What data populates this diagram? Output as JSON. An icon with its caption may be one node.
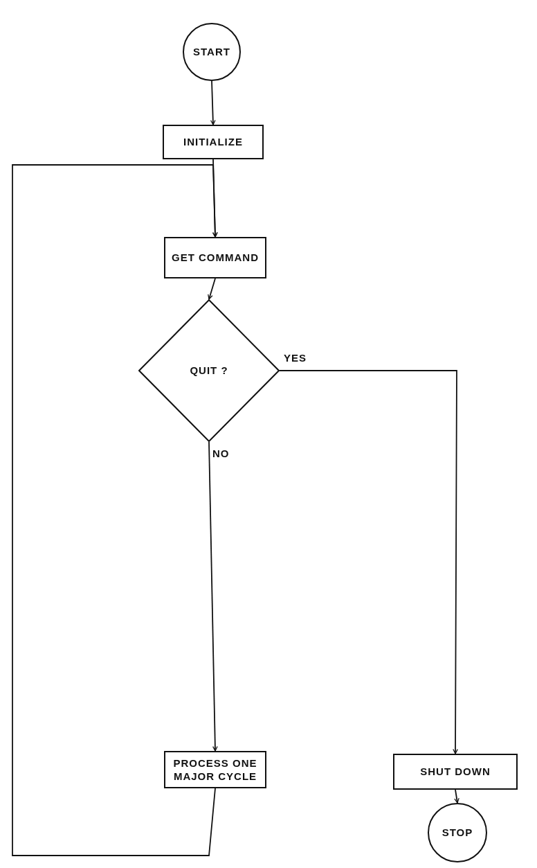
{
  "diagram": {
    "nodes": [
      {
        "text": [
          "START"
        ]
      },
      {
        "text": [
          "INITIALIZE"
        ]
      },
      {
        "text": [
          "GET COMMAND"
        ]
      },
      {
        "text": [
          "QUIT ?"
        ]
      },
      {
        "text": [
          "PROCESS ONE MAJOR CYCLE"
        ]
      },
      {
        "text": [
          "SHUT DOWN"
        ]
      },
      {
        "text": [
          "STOP"
        ]
      }
    ],
    "edges": [
      {
        "from": 0,
        "to": 1,
        "arrow": "to"
      },
      {
        "from": 1,
        "to": 2,
        "arrow": "to"
      },
      {
        "from": 2,
        "to": 3,
        "arrow": "to"
      },
      {
        "from": 3,
        "to": 5,
        "arrow": "to",
        "label": "YES"
      },
      {
        "from": 3,
        "to": 4,
        "arrow": "to",
        "label": "NO"
      },
      {
        "from": 4,
        "to": 2,
        "arrow": "to"
      },
      {
        "from": 5,
        "to": 6,
        "arrow": "to"
      }
    ]
  }
}
